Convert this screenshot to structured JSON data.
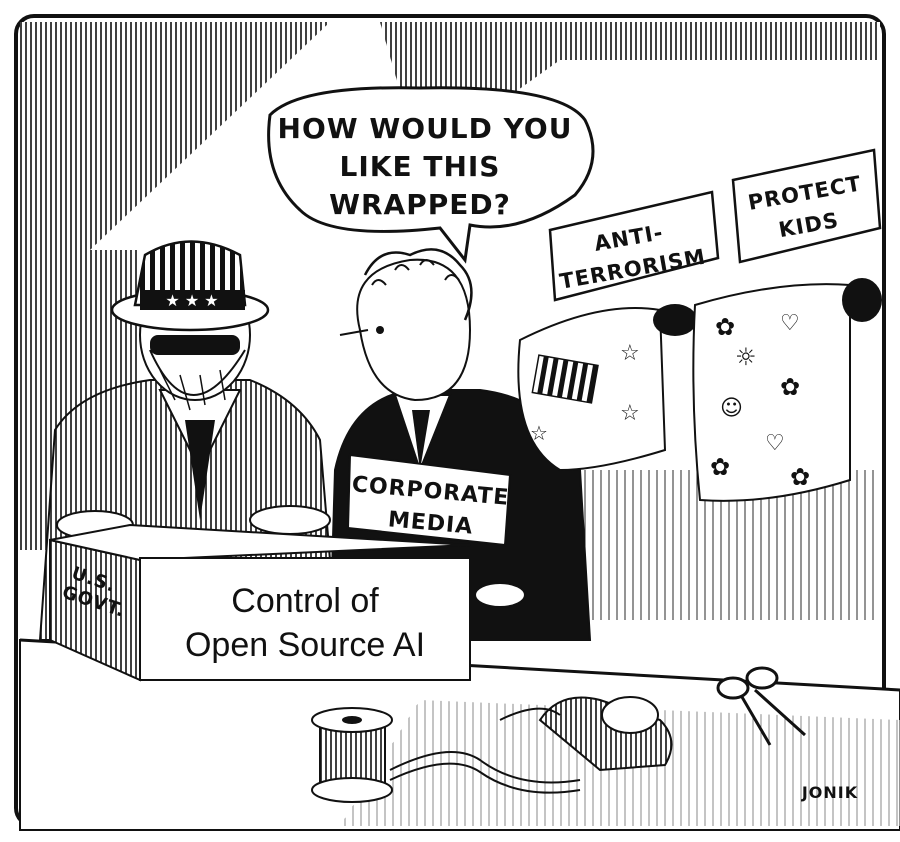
{
  "speech_bubble": {
    "line1": "HOW WOULD YOU",
    "line2": "LIKE THIS",
    "line3": "WRAPPED?"
  },
  "signs": {
    "anti_terrorism": {
      "line1": "ANTI-",
      "line2": "TERRORISM"
    },
    "protect_kids": {
      "line1": "PROTECT",
      "line2": "KIDS"
    }
  },
  "badge": {
    "line1": "CORPORATE",
    "line2": "MEDIA"
  },
  "box_side": {
    "line1": "U.S.",
    "line2": "GOVT."
  },
  "box_label": {
    "line1": "Control of",
    "line2": "Open Source AI"
  },
  "signature": "JONIK",
  "colors": {
    "ink": "#111111",
    "paper": "#ffffff"
  }
}
